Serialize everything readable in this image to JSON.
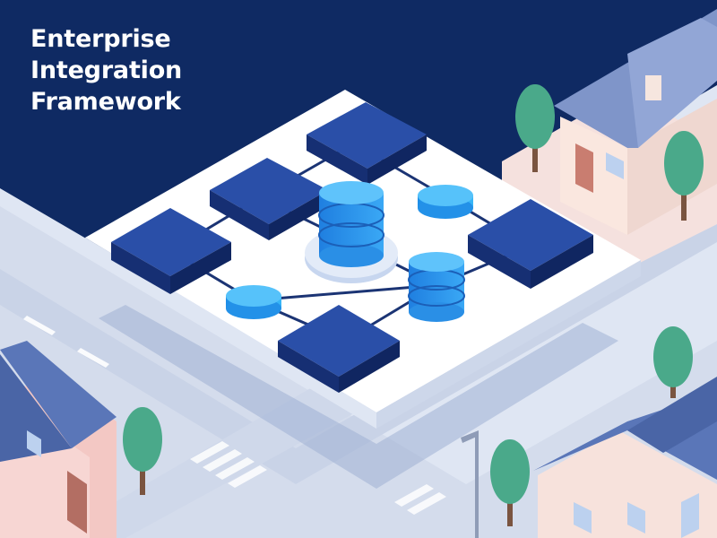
{
  "header": {
    "title_lines": [
      "Enterprise",
      "Integration",
      "Framework"
    ]
  },
  "colors": {
    "background_navy": "#0f2a63",
    "block_navy": "#1d3f8f",
    "database_blue": "#2c8fe6",
    "node_cyan": "#27a9f3",
    "platform_white": "#f5f8fd",
    "road_light": "#d6deee",
    "tree_green": "#4aa98a",
    "roof_slate": "#5a76b8",
    "house_pink": "#f7d6d3"
  }
}
